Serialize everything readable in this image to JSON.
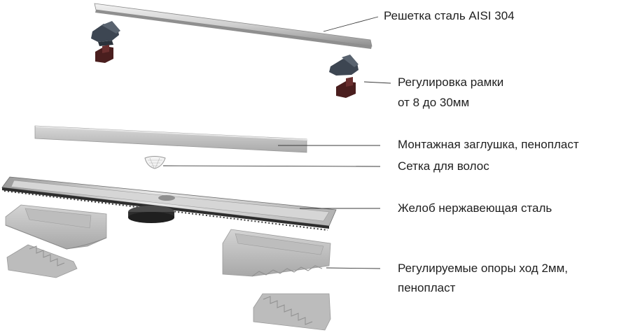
{
  "labels": {
    "grate": "Решетка сталь AISI 304",
    "frame_adjust_line1": "Регулировка  рамки",
    "frame_adjust_line2": "от 8 до 30мм",
    "mounting_plug": "Монтажная заглушка, пенопласт",
    "hair_net": "Сетка для волос",
    "channel": "Желоб нержавеющая сталь",
    "supports_line1": "Регулируемые опоры ход 2мм,",
    "supports_line2": "пенопласт"
  },
  "colors": {
    "steel_light": "#e4e4e4",
    "steel_mid": "#b9b9b9",
    "steel_dark": "#7d7d7d",
    "foam": "#c8c8c8",
    "foam_dark": "#a6a6a6",
    "bracket": "#3d4652",
    "clip": "#4a1e1e",
    "leader": "#3a3a3a",
    "text": "#1f1f1f"
  }
}
